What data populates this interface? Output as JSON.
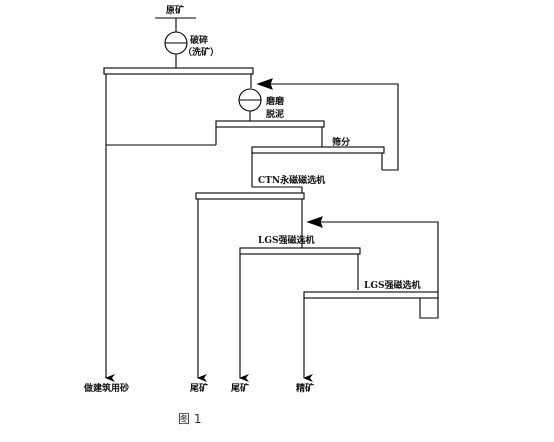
{
  "labels": {
    "raw_ore": "原矿",
    "crushing": "破碎",
    "washing": "（洗矿）",
    "grinding": "磨磨",
    "desliming": "脱泥",
    "screening": "筛分",
    "ctn_separator": "CTN永磁磁选机",
    "lgs_separator_1": "LGS强磁选机",
    "lgs_separator_2": "LGS强磁选机",
    "product_sand": "做建筑用砂",
    "tailings_1": "尾矿",
    "tailings_2": "尾矿",
    "concentrate": "精矿"
  },
  "caption": "图 1"
}
